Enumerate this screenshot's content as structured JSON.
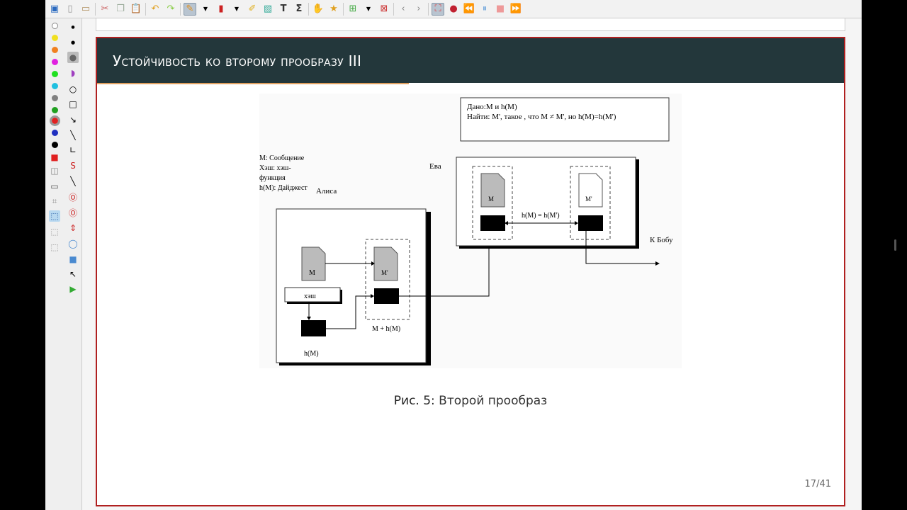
{
  "toolbar": {
    "icons": [
      "save-icon",
      "new-page-icon",
      "open-icon",
      "cut-icon",
      "copy-icon",
      "paste-icon",
      "undo-icon",
      "redo-icon",
      "pen-icon",
      "dropdown-icon",
      "eraser-icon",
      "dropdown-icon",
      "highlighter-icon",
      "image-icon",
      "text-icon",
      "formula-icon",
      "hand-icon",
      "shape-recognizer-icon",
      "add-page-icon",
      "dropdown-icon",
      "delete-page-icon",
      "prev-icon",
      "next-icon",
      "fullscreen-icon",
      "record-icon",
      "rewind-icon",
      "pause-icon",
      "stop-icon",
      "fast-forward-icon"
    ]
  },
  "palette": {
    "colors": [
      "#ffffff",
      "#f0e020",
      "#f08020",
      "#e020e0",
      "#20e020",
      "#20c0e0",
      "#808080",
      "#20a020",
      "#e02020",
      "#2030c0",
      "#000000"
    ]
  },
  "slide": {
    "title": "Устойчивость ко второму прообразу  III",
    "caption_prefix": "Рис. 5:",
    "caption_text": " Второй прообраз",
    "page": "17/41"
  },
  "diagram": {
    "given_label": "Дано:М и h(M)",
    "find_label": "Найти: М', такое , что М ≠ М', но h(M)=h(M')",
    "legend": [
      "М: Сообщение",
      "Хэш: хэш-",
      "функция",
      "h(M): Дайджест"
    ],
    "alice": "Алиса",
    "eve": "Ева",
    "m": "М",
    "m_prime": "М'",
    "hash_box": "хэш",
    "hm": "h(M)",
    "m_plus_hm": "М + h(M)",
    "eq": "h(M) = h(M')",
    "to_bob": "К Бобу"
  }
}
